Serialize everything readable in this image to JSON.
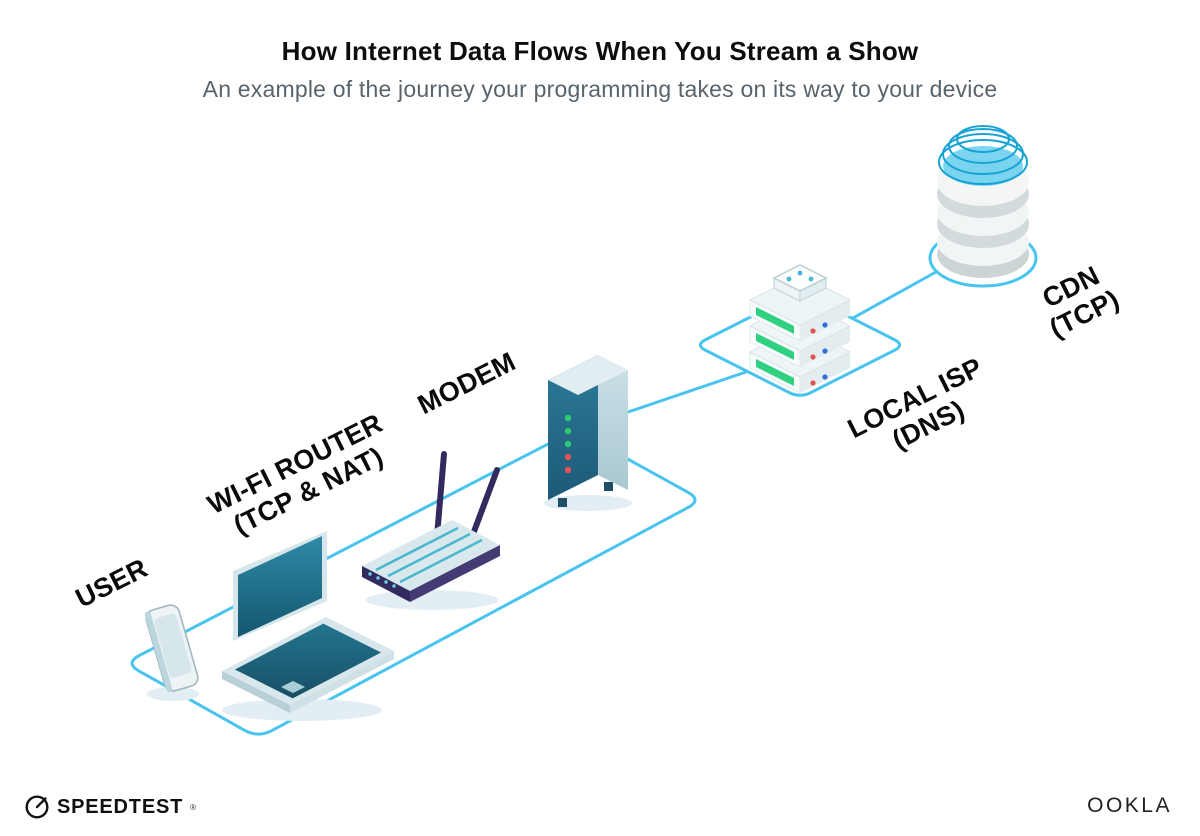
{
  "header": {
    "title": "How Internet Data Flows When You Stream a Show",
    "subtitle": "An example of the journey your programming takes on its way to your device"
  },
  "diagram": {
    "nodes": [
      {
        "id": "user",
        "icon": "smartphone-and-laptop-icon",
        "label_line1": "USER",
        "label_line2": ""
      },
      {
        "id": "wifi-router",
        "icon": "wifi-router-icon",
        "label_line1": "WI-FI ROUTER",
        "label_line2": "(TCP & NAT)"
      },
      {
        "id": "modem",
        "icon": "modem-icon",
        "label_line1": "MODEM",
        "label_line2": ""
      },
      {
        "id": "local-isp",
        "icon": "server-stack-icon",
        "label_line1": "LOCAL ISP",
        "label_line2": "(DNS)"
      },
      {
        "id": "cdn",
        "icon": "database-cylinder-icon",
        "label_line1": "CDN",
        "label_line2": "(TCP)"
      }
    ],
    "colors": {
      "connector": "#49c4ee",
      "device_teal": "#1f7089",
      "device_light": "#d8e7eb",
      "router_navy": "#332a60",
      "led_green": "#2ecc71",
      "led_red": "#e25555",
      "dot_blue": "#2e6fd8",
      "server_green": "#2fd07f",
      "cdn_cyan": "#17a3d3"
    }
  },
  "footer": {
    "brand_left": "SPEEDTEST",
    "brand_left_mark": "®",
    "brand_right": "OOKLA"
  }
}
